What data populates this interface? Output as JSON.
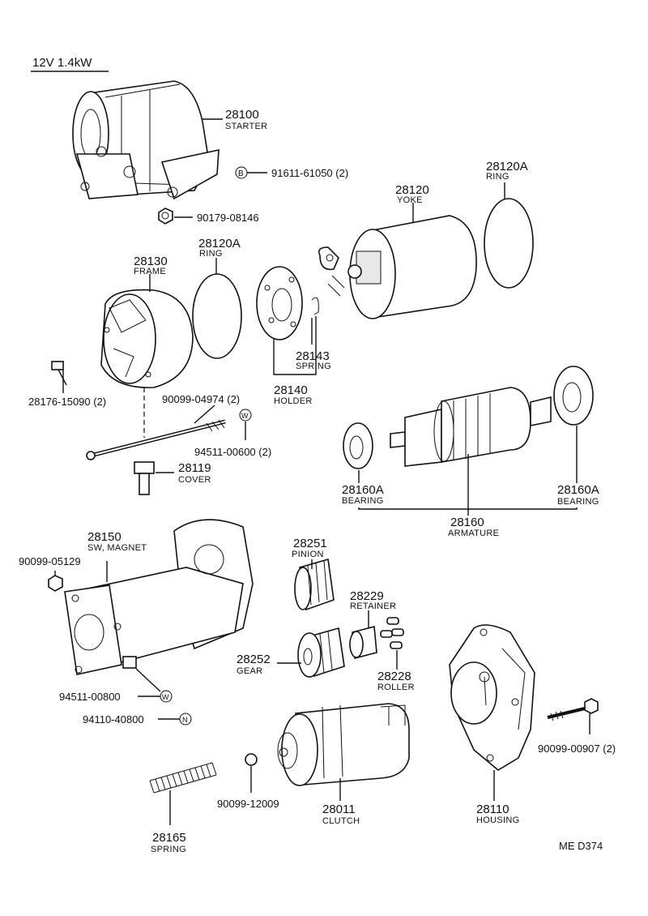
{
  "header": {
    "spec": "12V 1.4kW"
  },
  "footer": {
    "code": "ME  D374"
  },
  "symbols": {
    "b": "B",
    "w": "W",
    "n": "N"
  },
  "parts": {
    "starter": {
      "num": "28100",
      "name": "STARTER"
    },
    "bolt_61050": {
      "pn": "91611-61050 (2)"
    },
    "nut_08146": {
      "pn": "90179-08146"
    },
    "yoke": {
      "num": "28120",
      "name": "YOKE"
    },
    "ring_a_top": {
      "num": "28120A",
      "name": "RING"
    },
    "ring_a_mid": {
      "num": "28120A",
      "name": "RING"
    },
    "frame": {
      "num": "28130",
      "name": "FRAME"
    },
    "spring_143": {
      "num": "28143",
      "name": "SPRING"
    },
    "holder": {
      "num": "28140",
      "name": "HOLDER"
    },
    "screw_15090": {
      "pn": "28176-15090 (2)"
    },
    "bolt_04974": {
      "pn": "90099-04974 (2)"
    },
    "washer_00600": {
      "pn": "94511-00600 (2)"
    },
    "cover": {
      "num": "28119",
      "name": "COVER"
    },
    "bearing_l": {
      "num": "28160A",
      "name": "BEARING"
    },
    "bearing_r": {
      "num": "28160A",
      "name": "BEARING"
    },
    "armature": {
      "num": "28160",
      "name": "ARMATURE"
    },
    "sw_magnet": {
      "num": "28150",
      "name": "SW, MAGNET"
    },
    "nut_05129": {
      "pn": "90099-05129"
    },
    "pinion": {
      "num": "28251",
      "name": "PINION"
    },
    "retainer": {
      "num": "28229",
      "name": "RETAINER"
    },
    "gear": {
      "num": "28252",
      "name": "GEAR"
    },
    "roller": {
      "num": "28228",
      "name": "ROLLER"
    },
    "washer_00800": {
      "pn": "94511-00800"
    },
    "nut_40800": {
      "pn": "94110-40800"
    },
    "ball_12009": {
      "pn": "90099-12009"
    },
    "clutch": {
      "num": "28011",
      "name": "CLUTCH"
    },
    "housing": {
      "num": "28110",
      "name": "HOUSING"
    },
    "bolt_00907": {
      "pn": "90099-00907 (2)"
    },
    "spring_165": {
      "num": "28165",
      "name": "SPRING"
    }
  }
}
